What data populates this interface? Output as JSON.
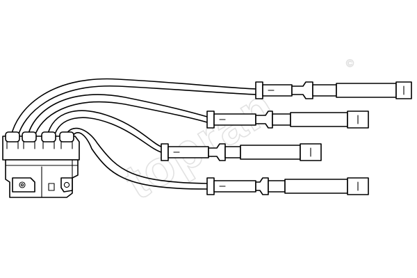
{
  "watermark": {
    "text": "topran",
    "mark": "©",
    "color": "#e2e2e2"
  },
  "drawing": {
    "subject": "ignition-coil-with-four-spark-plug-leads",
    "line_color": "#000000",
    "background": "#ffffff",
    "lead_count": 4
  }
}
